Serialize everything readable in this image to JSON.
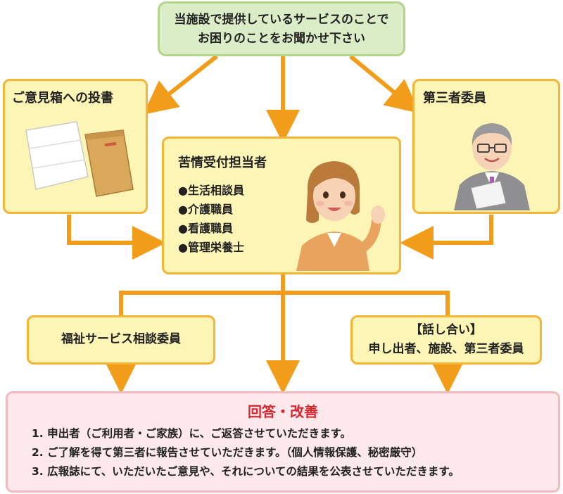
{
  "top": {
    "line1": "当施設で提供しているサービスのことで",
    "line2": "お困りのことをお聞かせ下さい"
  },
  "left_box": {
    "title": "ご意見箱への投書"
  },
  "right_box": {
    "title": "第三者委員"
  },
  "center_box": {
    "title": "苦情受付担当者",
    "items": [
      "●生活相談員",
      "●介護職員",
      "●看護職員",
      "●管理栄養士"
    ]
  },
  "welfare_box": {
    "label": "福祉サービス相談委員"
  },
  "discussion_box": {
    "line1": "【話し合い】",
    "line2": "申し出者、施設、第三者委員"
  },
  "result_box": {
    "title": "回答・改善",
    "items": [
      "1. 申出者（ご利用者・ご家族）に、ご返答させていただきます。",
      "2. ご了解を得て第三者に報告させていただきます。（個人情報保護、秘密厳守）",
      "3. 広報誌にて、いただいたご意見や、それについての結果を公表させていただきます。"
    ]
  },
  "colors": {
    "arrow": "#f29d1a",
    "title_red": "#d6272e"
  }
}
